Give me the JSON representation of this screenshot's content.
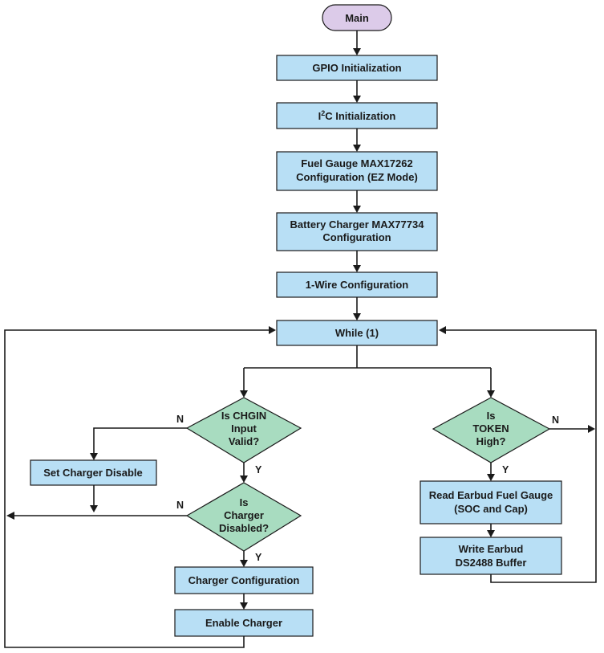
{
  "nodes": {
    "main": "Main",
    "gpio": "GPIO Initialization",
    "i2c": {
      "prefix": "I",
      "sup": "2",
      "suffix": "C Initialization"
    },
    "fuel_gauge": [
      "Fuel Gauge MAX17262",
      "Configuration (EZ Mode)"
    ],
    "charger_cfg": [
      "Battery Charger MAX77734",
      "Configuration"
    ],
    "one_wire": "1-Wire Configuration",
    "while": "While (1)",
    "chgin_decision": [
      "Is CHGIN",
      "Input",
      "Valid?"
    ],
    "charger_disabled_decision": [
      "Is",
      "Charger",
      "Disabled?"
    ],
    "set_charger_disable": "Set Charger Disable",
    "charger_configuration": "Charger Configuration",
    "enable_charger": "Enable Charger",
    "token_decision": [
      "Is",
      "TOKEN",
      "High?"
    ],
    "read_fuel_gauge": [
      "Read Earbud Fuel Gauge",
      "(SOC and Cap)"
    ],
    "write_buffer": [
      "Write Earbud",
      "DS2488 Buffer"
    ]
  },
  "edge_labels": {
    "chgin_no": "N",
    "chgin_yes": "Y",
    "disabled_no": "N",
    "disabled_yes": "Y",
    "token_no": "N",
    "token_yes": "Y"
  },
  "colors": {
    "process": "#b8dff5",
    "terminal": "#dccbe9",
    "decision": "#a8dcc0"
  }
}
